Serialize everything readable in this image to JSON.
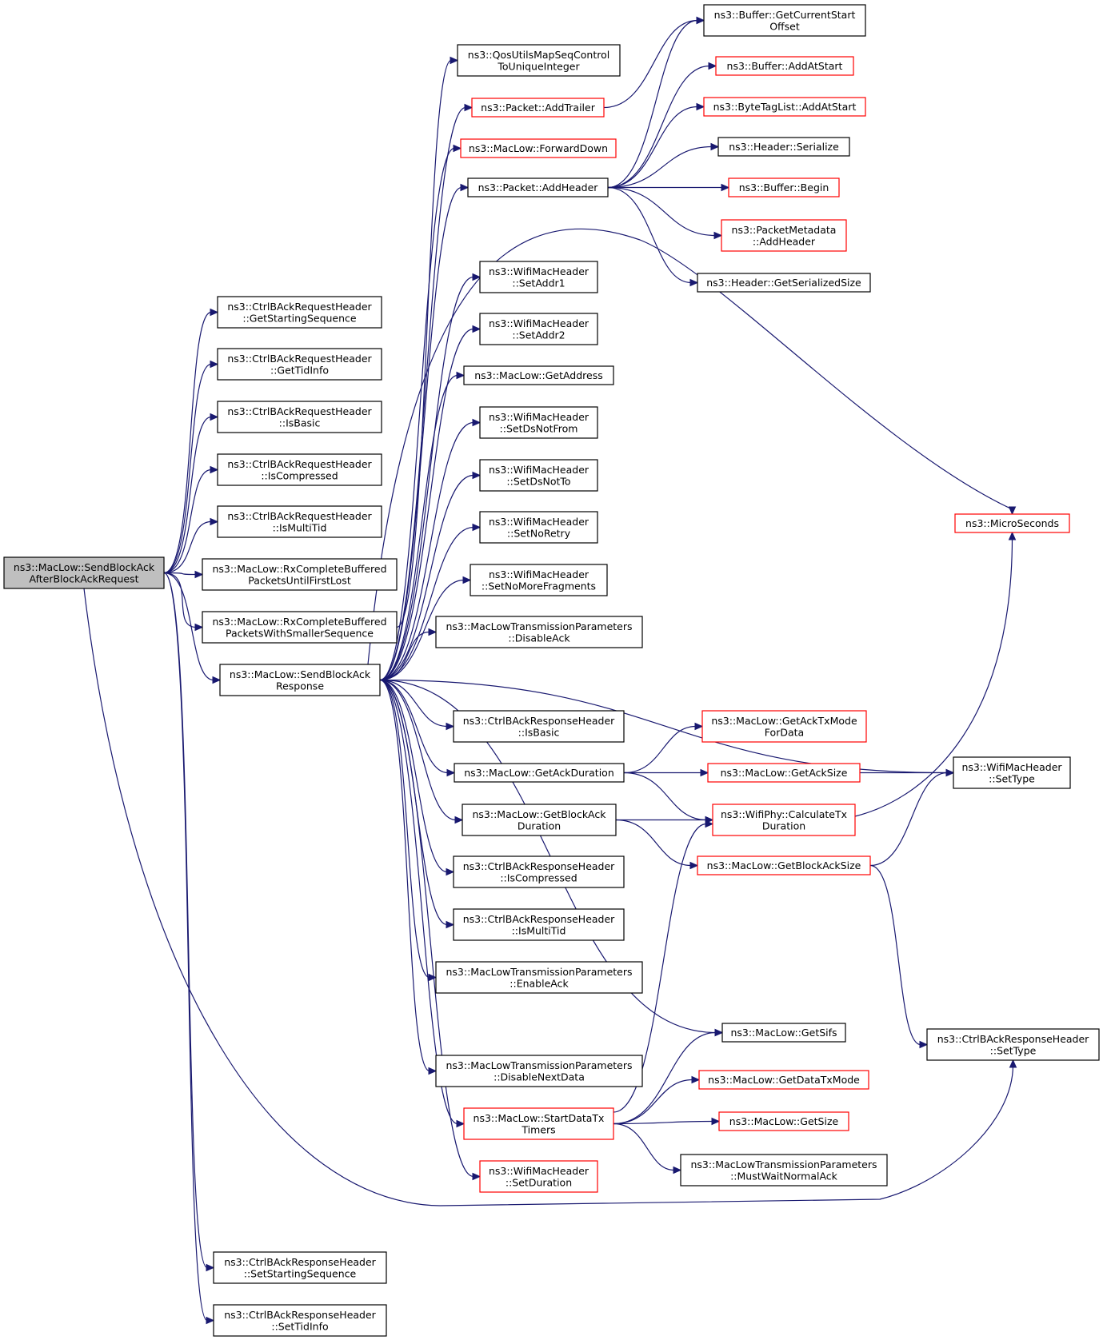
{
  "colors": {
    "edge": "#191970",
    "normal_border": "#000000",
    "truncated_border": "#ff0000",
    "root_fill": "#bfbfbf"
  },
  "nodes": {
    "root": {
      "lines": [
        "ns3::MacLow::SendBlockAck",
        "AfterBlockAckRequest"
      ],
      "style": "root"
    },
    "getStartingSequence": {
      "lines": [
        "ns3::CtrlBAckRequestHeader",
        "::GetStartingSequence"
      ],
      "style": "black"
    },
    "getTidInfo": {
      "lines": [
        "ns3::CtrlBAckRequestHeader",
        "::GetTidInfo"
      ],
      "style": "black"
    },
    "reqIsBasic": {
      "lines": [
        "ns3::CtrlBAckRequestHeader",
        "::IsBasic"
      ],
      "style": "black"
    },
    "reqIsCompressed": {
      "lines": [
        "ns3::CtrlBAckRequestHeader",
        "::IsCompressed"
      ],
      "style": "black"
    },
    "reqIsMultiTid": {
      "lines": [
        "ns3::CtrlBAckRequestHeader",
        "::IsMultiTid"
      ],
      "style": "black"
    },
    "rxFirstLost": {
      "lines": [
        "ns3::MacLow::RxCompleteBuffered",
        "PacketsUntilFirstLost"
      ],
      "style": "black"
    },
    "rxSmallerSeq": {
      "lines": [
        "ns3::MacLow::RxCompleteBuffered",
        "PacketsWithSmallerSequence"
      ],
      "style": "black"
    },
    "sendBAResponse": {
      "lines": [
        "ns3::MacLow::SendBlockAck",
        "Response"
      ],
      "style": "black"
    },
    "respSetStartingSeq": {
      "lines": [
        "ns3::CtrlBAckResponseHeader",
        "::SetStartingSequence"
      ],
      "style": "black"
    },
    "respSetTidInfo": {
      "lines": [
        "ns3::CtrlBAckResponseHeader",
        "::SetTidInfo"
      ],
      "style": "black"
    },
    "qosMapSeq": {
      "lines": [
        "ns3::QosUtilsMapSeqControl",
        "ToUniqueInteger"
      ],
      "style": "black"
    },
    "addTrailer": {
      "lines": [
        "ns3::Packet::AddTrailer"
      ],
      "style": "red"
    },
    "forwardDown": {
      "lines": [
        "ns3::MacLow::ForwardDown"
      ],
      "style": "red"
    },
    "addHeader": {
      "lines": [
        "ns3::Packet::AddHeader"
      ],
      "style": "black"
    },
    "setAddr1": {
      "lines": [
        "ns3::WifiMacHeader",
        "::SetAddr1"
      ],
      "style": "black"
    },
    "setAddr2": {
      "lines": [
        "ns3::WifiMacHeader",
        "::SetAddr2"
      ],
      "style": "black"
    },
    "getAddress": {
      "lines": [
        "ns3::MacLow::GetAddress"
      ],
      "style": "black"
    },
    "setDsNotFrom": {
      "lines": [
        "ns3::WifiMacHeader",
        "::SetDsNotFrom"
      ],
      "style": "black"
    },
    "setDsNotTo": {
      "lines": [
        "ns3::WifiMacHeader",
        "::SetDsNotTo"
      ],
      "style": "black"
    },
    "setNoRetry": {
      "lines": [
        "ns3::WifiMacHeader",
        "::SetNoRetry"
      ],
      "style": "black"
    },
    "setNoMoreFragments": {
      "lines": [
        "ns3::WifiMacHeader",
        "::SetNoMoreFragments"
      ],
      "style": "black"
    },
    "disableAck": {
      "lines": [
        "ns3::MacLowTransmissionParameters",
        "::DisableAck"
      ],
      "style": "black"
    },
    "respIsBasic": {
      "lines": [
        "ns3::CtrlBAckResponseHeader",
        "::IsBasic"
      ],
      "style": "black"
    },
    "getAckDuration": {
      "lines": [
        "ns3::MacLow::GetAckDuration"
      ],
      "style": "black"
    },
    "getBlockAckDuration": {
      "lines": [
        "ns3::MacLow::GetBlockAck",
        "Duration"
      ],
      "style": "black"
    },
    "respIsCompressed": {
      "lines": [
        "ns3::CtrlBAckResponseHeader",
        "::IsCompressed"
      ],
      "style": "black"
    },
    "respIsMultiTid": {
      "lines": [
        "ns3::CtrlBAckResponseHeader",
        "::IsMultiTid"
      ],
      "style": "black"
    },
    "enableAck": {
      "lines": [
        "ns3::MacLowTransmissionParameters",
        "::EnableAck"
      ],
      "style": "black"
    },
    "disableNextData": {
      "lines": [
        "ns3::MacLowTransmissionParameters",
        "::DisableNextData"
      ],
      "style": "black"
    },
    "startDataTxTimers": {
      "lines": [
        "ns3::MacLow::StartDataTx",
        "Timers"
      ],
      "style": "red"
    },
    "setDuration": {
      "lines": [
        "ns3::WifiMacHeader",
        "::SetDuration"
      ],
      "style": "red"
    },
    "getCurrentStartOffset": {
      "lines": [
        "ns3::Buffer::GetCurrentStart",
        "Offset"
      ],
      "style": "black"
    },
    "bufferAddAtStart": {
      "lines": [
        "ns3::Buffer::AddAtStart"
      ],
      "style": "red"
    },
    "byteTagAddAtStart": {
      "lines": [
        "ns3::ByteTagList::AddAtStart"
      ],
      "style": "red"
    },
    "headerSerialize": {
      "lines": [
        "ns3::Header::Serialize"
      ],
      "style": "black"
    },
    "bufferBegin": {
      "lines": [
        "ns3::Buffer::Begin"
      ],
      "style": "red"
    },
    "pmAddHeader": {
      "lines": [
        "ns3::PacketMetadata",
        "::AddHeader"
      ],
      "style": "red"
    },
    "getSerializedSize": {
      "lines": [
        "ns3::Header::GetSerializedSize"
      ],
      "style": "black"
    },
    "getAckTxMode": {
      "lines": [
        "ns3::MacLow::GetAckTxMode",
        "ForData"
      ],
      "style": "red"
    },
    "getAckSize": {
      "lines": [
        "ns3::MacLow::GetAckSize"
      ],
      "style": "red"
    },
    "calculateTxDuration": {
      "lines": [
        "ns3::WifiPhy::CalculateTx",
        "Duration"
      ],
      "style": "red"
    },
    "getBlockAckSize": {
      "lines": [
        "ns3::MacLow::GetBlockAckSize"
      ],
      "style": "red"
    },
    "getSifs": {
      "lines": [
        "ns3::MacLow::GetSifs"
      ],
      "style": "black"
    },
    "getDataTxMode": {
      "lines": [
        "ns3::MacLow::GetDataTxMode"
      ],
      "style": "red"
    },
    "getSize": {
      "lines": [
        "ns3::MacLow::GetSize"
      ],
      "style": "red"
    },
    "mustWaitNormalAck": {
      "lines": [
        "ns3::MacLowTransmissionParameters",
        "::MustWaitNormalAck"
      ],
      "style": "black"
    },
    "microSeconds": {
      "lines": [
        "ns3::MicroSeconds"
      ],
      "style": "red"
    },
    "macSetType": {
      "lines": [
        "ns3::WifiMacHeader",
        "::SetType"
      ],
      "style": "black"
    },
    "respSetType": {
      "lines": [
        "ns3::CtrlBAckResponseHeader",
        "::SetType"
      ],
      "style": "black"
    }
  },
  "edges": [
    [
      "root",
      "getStartingSequence"
    ],
    [
      "root",
      "getTidInfo"
    ],
    [
      "root",
      "reqIsBasic"
    ],
    [
      "root",
      "reqIsCompressed"
    ],
    [
      "root",
      "reqIsMultiTid"
    ],
    [
      "root",
      "rxFirstLost"
    ],
    [
      "root",
      "rxSmallerSeq"
    ],
    [
      "root",
      "sendBAResponse"
    ],
    [
      "root",
      "respSetStartingSeq"
    ],
    [
      "root",
      "respSetTidInfo"
    ],
    [
      "root",
      "respSetType"
    ],
    [
      "rxSmallerSeq",
      "qosMapSeq"
    ],
    [
      "sendBAResponse",
      "addTrailer"
    ],
    [
      "sendBAResponse",
      "forwardDown"
    ],
    [
      "sendBAResponse",
      "addHeader"
    ],
    [
      "sendBAResponse",
      "microSeconds"
    ],
    [
      "sendBAResponse",
      "setAddr1"
    ],
    [
      "sendBAResponse",
      "setAddr2"
    ],
    [
      "sendBAResponse",
      "getAddress"
    ],
    [
      "sendBAResponse",
      "setDsNotFrom"
    ],
    [
      "sendBAResponse",
      "setDsNotTo"
    ],
    [
      "sendBAResponse",
      "setNoRetry"
    ],
    [
      "sendBAResponse",
      "setNoMoreFragments"
    ],
    [
      "sendBAResponse",
      "disableAck"
    ],
    [
      "sendBAResponse",
      "macSetType"
    ],
    [
      "sendBAResponse",
      "respIsBasic"
    ],
    [
      "sendBAResponse",
      "getAckDuration"
    ],
    [
      "sendBAResponse",
      "getBlockAckDuration"
    ],
    [
      "sendBAResponse",
      "respIsCompressed"
    ],
    [
      "sendBAResponse",
      "respIsMultiTid"
    ],
    [
      "sendBAResponse",
      "enableAck"
    ],
    [
      "sendBAResponse",
      "getSifs"
    ],
    [
      "sendBAResponse",
      "disableNextData"
    ],
    [
      "sendBAResponse",
      "startDataTxTimers"
    ],
    [
      "sendBAResponse",
      "setDuration"
    ],
    [
      "addTrailer",
      "getCurrentStartOffset"
    ],
    [
      "addHeader",
      "getCurrentStartOffset"
    ],
    [
      "addHeader",
      "bufferAddAtStart"
    ],
    [
      "addHeader",
      "byteTagAddAtStart"
    ],
    [
      "addHeader",
      "headerSerialize"
    ],
    [
      "addHeader",
      "bufferBegin"
    ],
    [
      "addHeader",
      "pmAddHeader"
    ],
    [
      "addHeader",
      "getSerializedSize"
    ],
    [
      "getAckDuration",
      "getAckTxMode"
    ],
    [
      "getAckDuration",
      "getAckSize"
    ],
    [
      "getAckDuration",
      "calculateTxDuration"
    ],
    [
      "getBlockAckDuration",
      "calculateTxDuration"
    ],
    [
      "getBlockAckDuration",
      "getBlockAckSize"
    ],
    [
      "getAckSize",
      "macSetType"
    ],
    [
      "calculateTxDuration",
      "microSeconds"
    ],
    [
      "getBlockAckSize",
      "macSetType"
    ],
    [
      "getBlockAckSize",
      "respSetType"
    ],
    [
      "startDataTxTimers",
      "calculateTxDuration"
    ],
    [
      "startDataTxTimers",
      "getSifs"
    ],
    [
      "startDataTxTimers",
      "getDataTxMode"
    ],
    [
      "startDataTxTimers",
      "getSize"
    ],
    [
      "startDataTxTimers",
      "mustWaitNormalAck"
    ]
  ]
}
